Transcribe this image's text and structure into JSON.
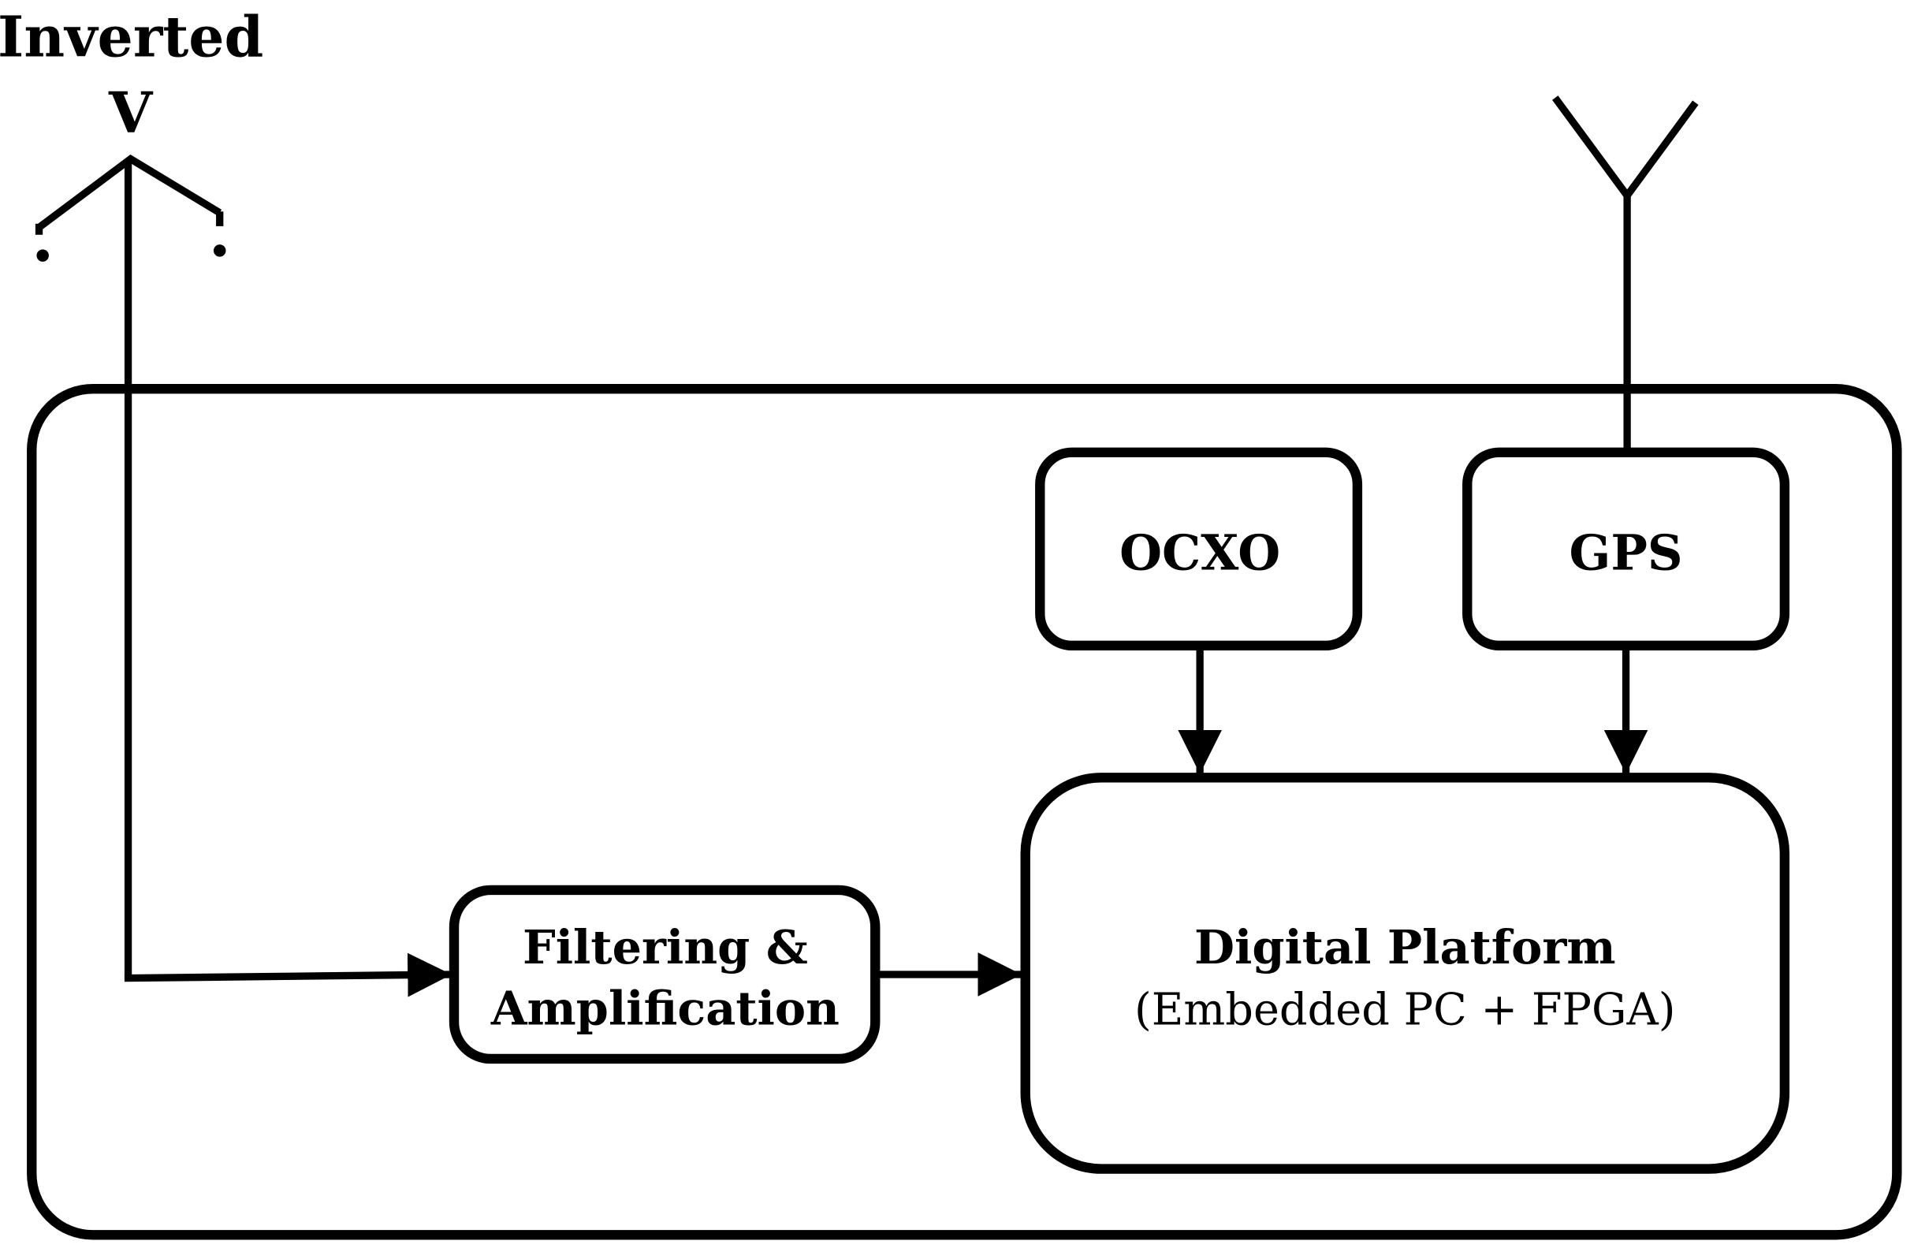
{
  "antenna_left": {
    "label_line1": "Inverted",
    "label_line2": "V"
  },
  "blocks": {
    "ocxo": "OCXO",
    "gps": "GPS",
    "filtering_line1": "Filtering &",
    "filtering_line2": "Amplification",
    "digital_line1": "Digital Platform",
    "digital_line2": "(Embedded PC + FPGA)"
  },
  "colors": {
    "stroke": "#000000",
    "fill": "#ffffff"
  }
}
